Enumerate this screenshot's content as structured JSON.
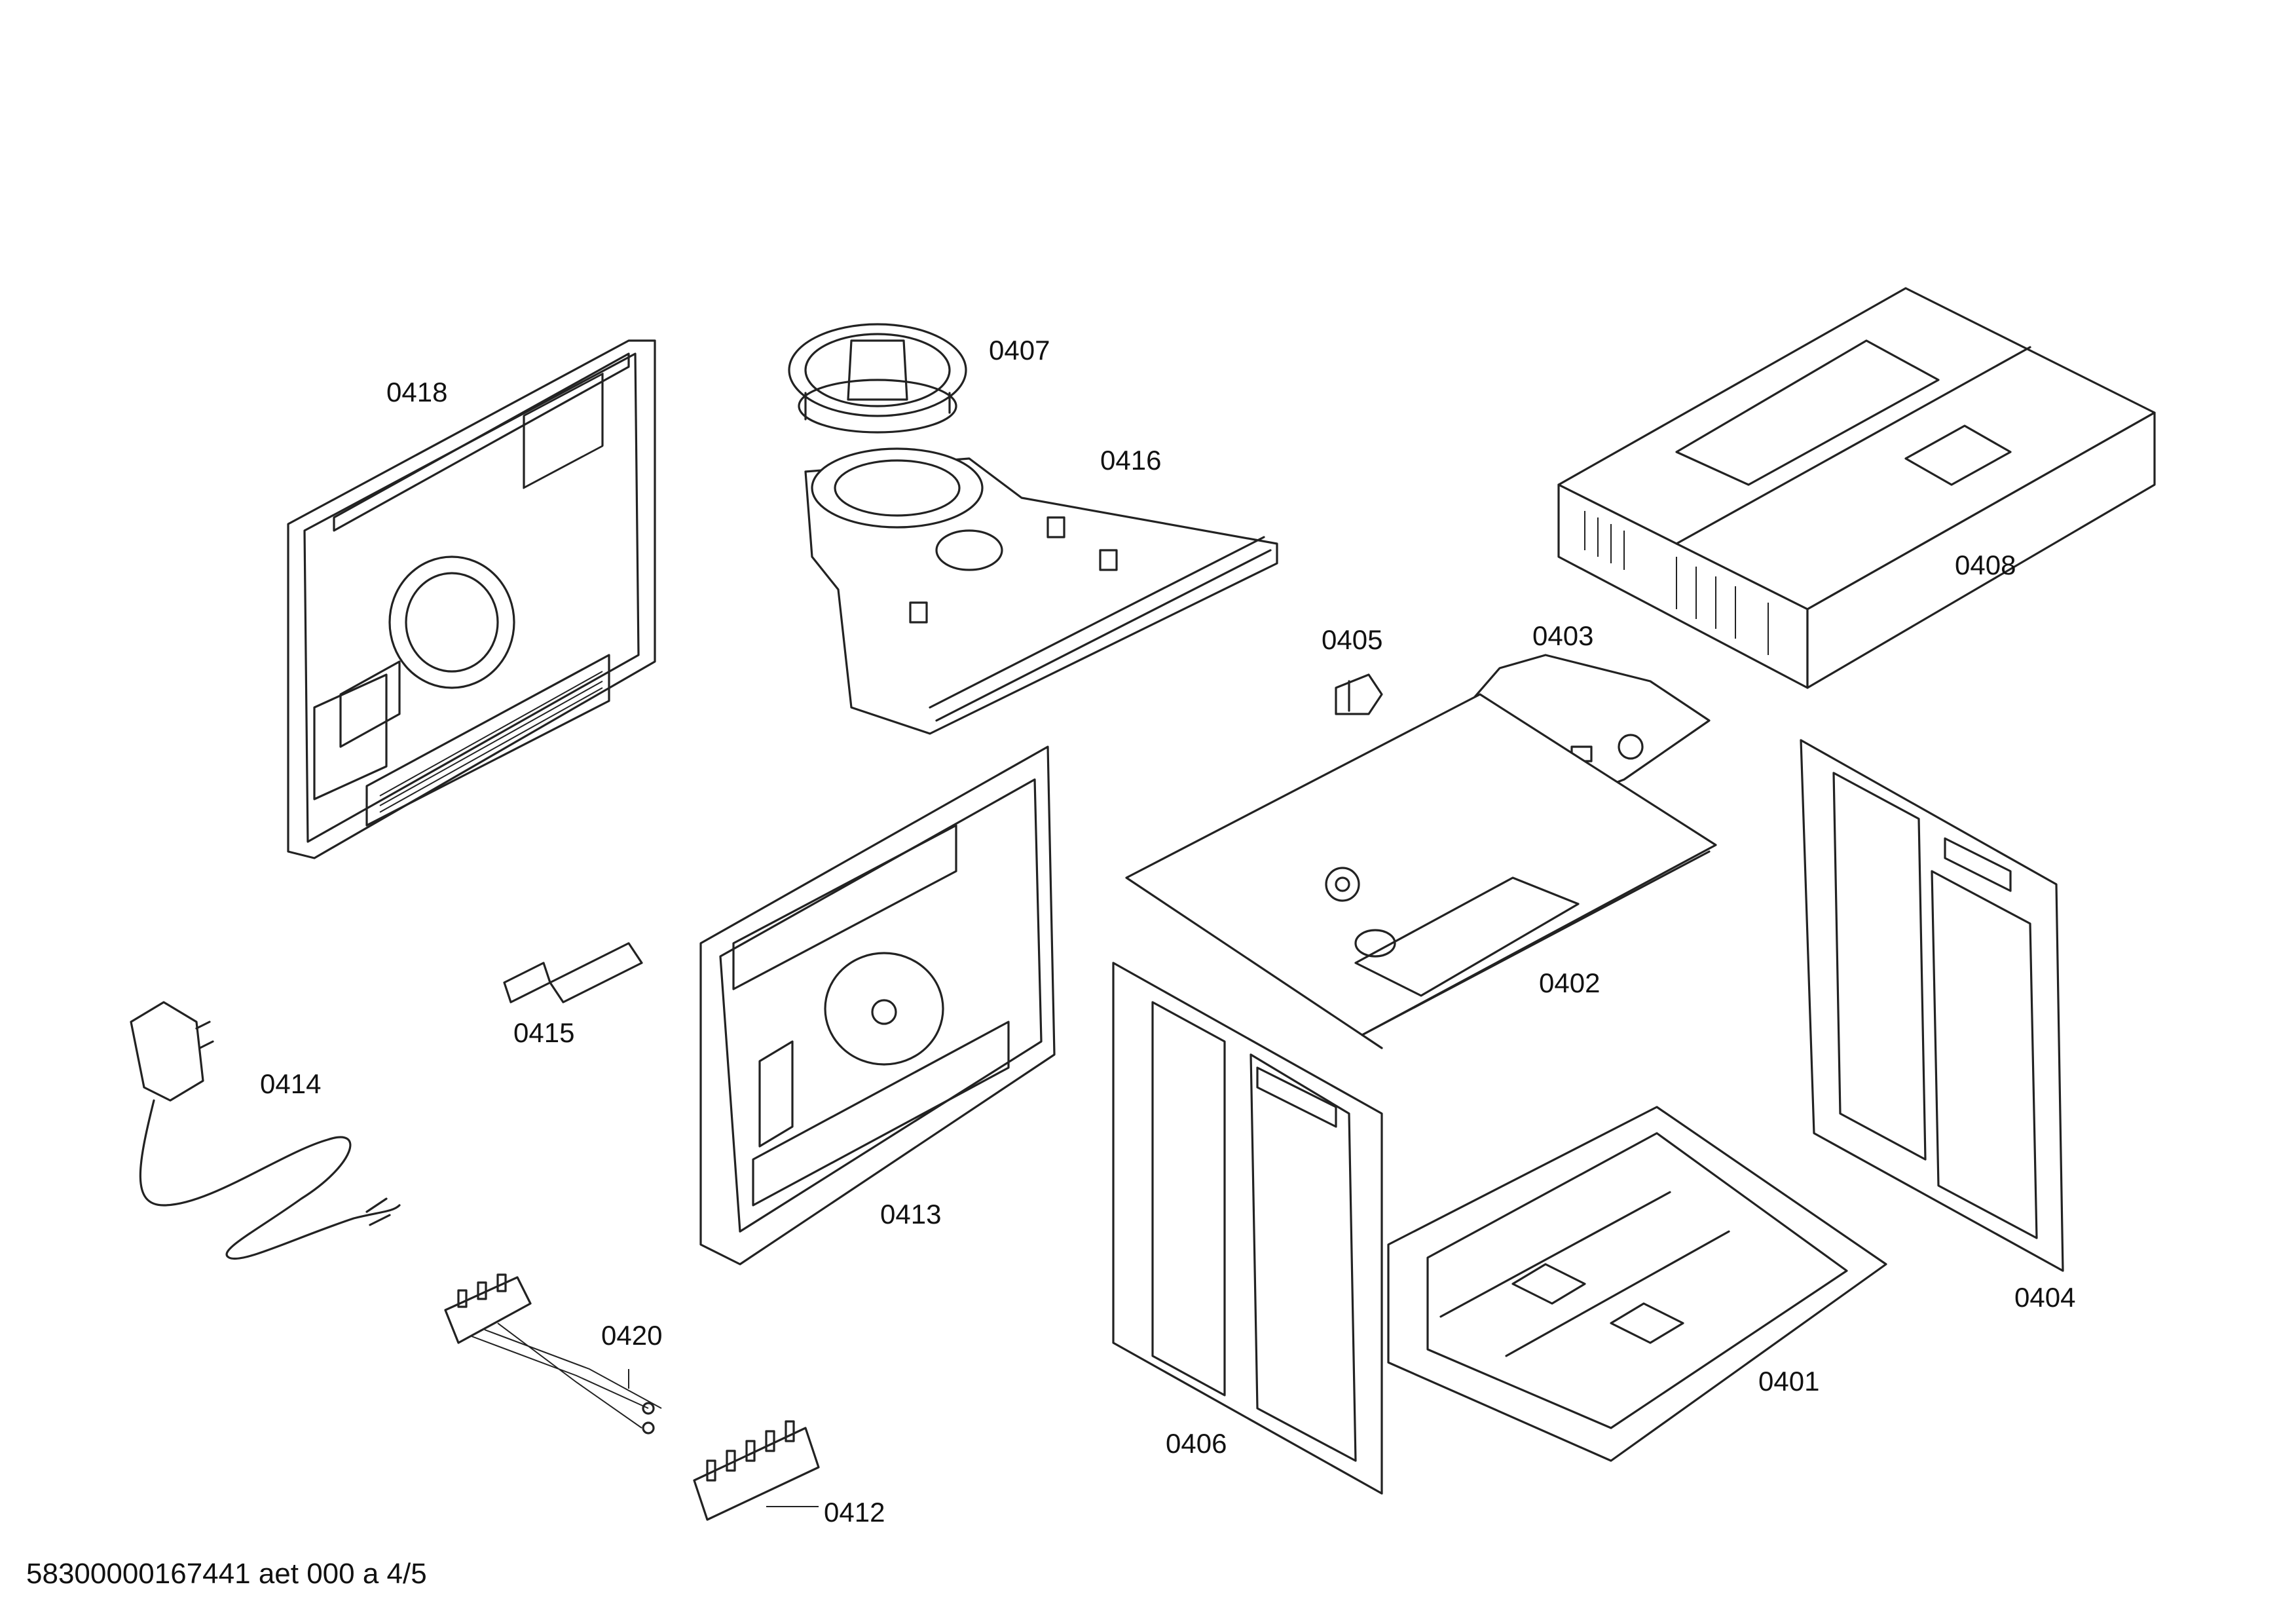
{
  "diagram": {
    "labels": {
      "p0401": "0401",
      "p0402": "0402",
      "p0403": "0403",
      "p0404": "0404",
      "p0405": "0405",
      "p0406": "0406",
      "p0407": "0407",
      "p0408": "0408",
      "p0412": "0412",
      "p0413": "0413",
      "p0414": "0414",
      "p0415": "0415",
      "p0416": "0416",
      "p0418": "0418",
      "p0420": "0420"
    },
    "footer": "58300000167441 aet 000 a 4/5"
  }
}
